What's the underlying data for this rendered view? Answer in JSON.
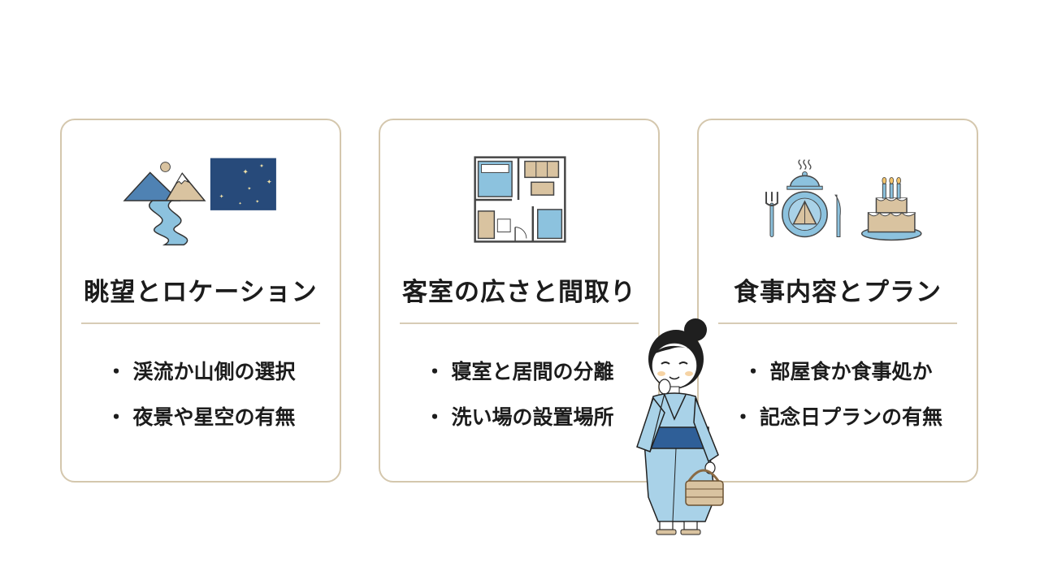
{
  "cards": [
    {
      "title": "眺望とロケーション",
      "bullets": [
        "渓流か山側の選択",
        "夜景や星空の有無"
      ],
      "icons": [
        "mountain-river-icon",
        "night-sky-icon"
      ]
    },
    {
      "title": "客室の広さと間取り",
      "bullets": [
        "寝室と居間の分離",
        "洗い場の設置場所"
      ],
      "icons": [
        "floor-plan-icon"
      ]
    },
    {
      "title": "食事内容とプラン",
      "bullets": [
        "部屋食か食事処か",
        "記念日プランの有無"
      ],
      "icons": [
        "dining-set-icon",
        "cake-icon"
      ]
    }
  ],
  "bullet_mark": "・",
  "colors": {
    "card_border": "#d4c7ad",
    "accent_blue": "#8cc2de",
    "navy": "#274a7a",
    "beige": "#d9c3a0",
    "text": "#1c1c1c"
  }
}
